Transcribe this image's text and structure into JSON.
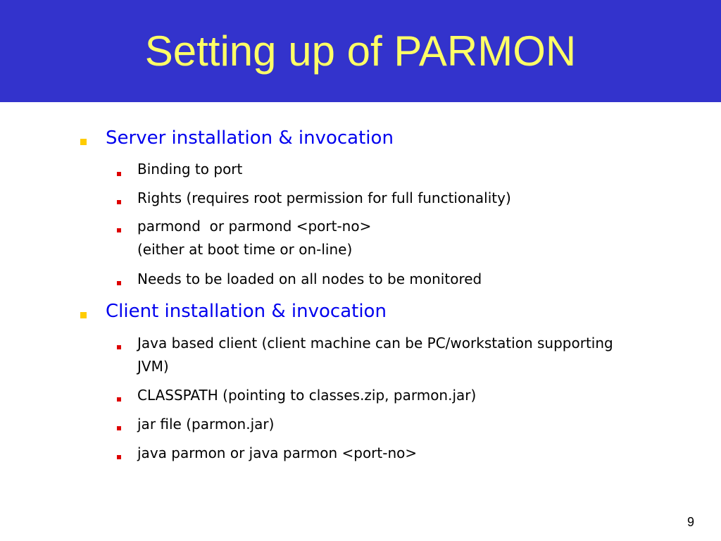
{
  "slide": {
    "title": "Setting up of PARMON",
    "page_number": "9",
    "colors": {
      "title_bar": "#3333cc",
      "title_text": "#ffff66",
      "heading_text": "#0000ee",
      "body_text": "#000000",
      "heading_bullet": "#ffcc00",
      "sub_bullet": "#dd0000"
    }
  },
  "sections": [
    {
      "heading": "Server installation & invocation",
      "items": [
        "Binding to port",
        "Rights (requires root permission for full functionality)",
        "parmond  or parmond <port-no>",
        "(either at boot time or on-line)",
        "Needs to be loaded on all nodes to be monitored"
      ]
    },
    {
      "heading": "Client installation & invocation",
      "items": [
        "Java based client (client machine can be PC/workstation supporting JVM)",
        "CLASSPATH (pointing to classes.zip, parmon.jar)",
        "jar file (parmon.jar)",
        "java parmon or java parmon <port-no>"
      ]
    }
  ]
}
